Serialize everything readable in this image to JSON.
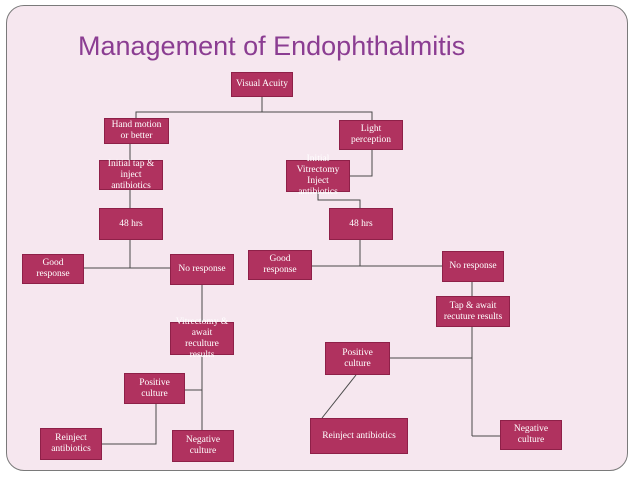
{
  "title": "Management of Endophthalmitis",
  "colors": {
    "box": "#b0325f",
    "title": "#8b3d92",
    "background": "#f6e7ef",
    "line": "#4a4a4a"
  },
  "nodes": {
    "visual_acuity": "Visual Acuity",
    "hand_motion": "Hand motion or better",
    "light_perception": "Light perception",
    "initial_tap": "Initial tap & inject antibiotics",
    "initial_vitrectomy": "Initial Vitrectomy Inject antibiotics",
    "left_48hrs": "48 hrs",
    "right_48hrs": "48 hrs",
    "left_good_response": "Good response",
    "left_no_response": "No response",
    "right_good_response": "Good response",
    "right_no_response": "No response",
    "vitrectomy_reculture": "Vitrectomy & await reculture results",
    "tap_await": "Tap & await recuture results",
    "left_positive_culture": "Positive culture",
    "right_positive_culture": "Positive culture",
    "left_reinject": "Reinject antibiotics",
    "left_negative_culture": "Negative culture",
    "right_reinject": "Reinject antibiotics",
    "right_negative_culture": "Negative culture"
  }
}
